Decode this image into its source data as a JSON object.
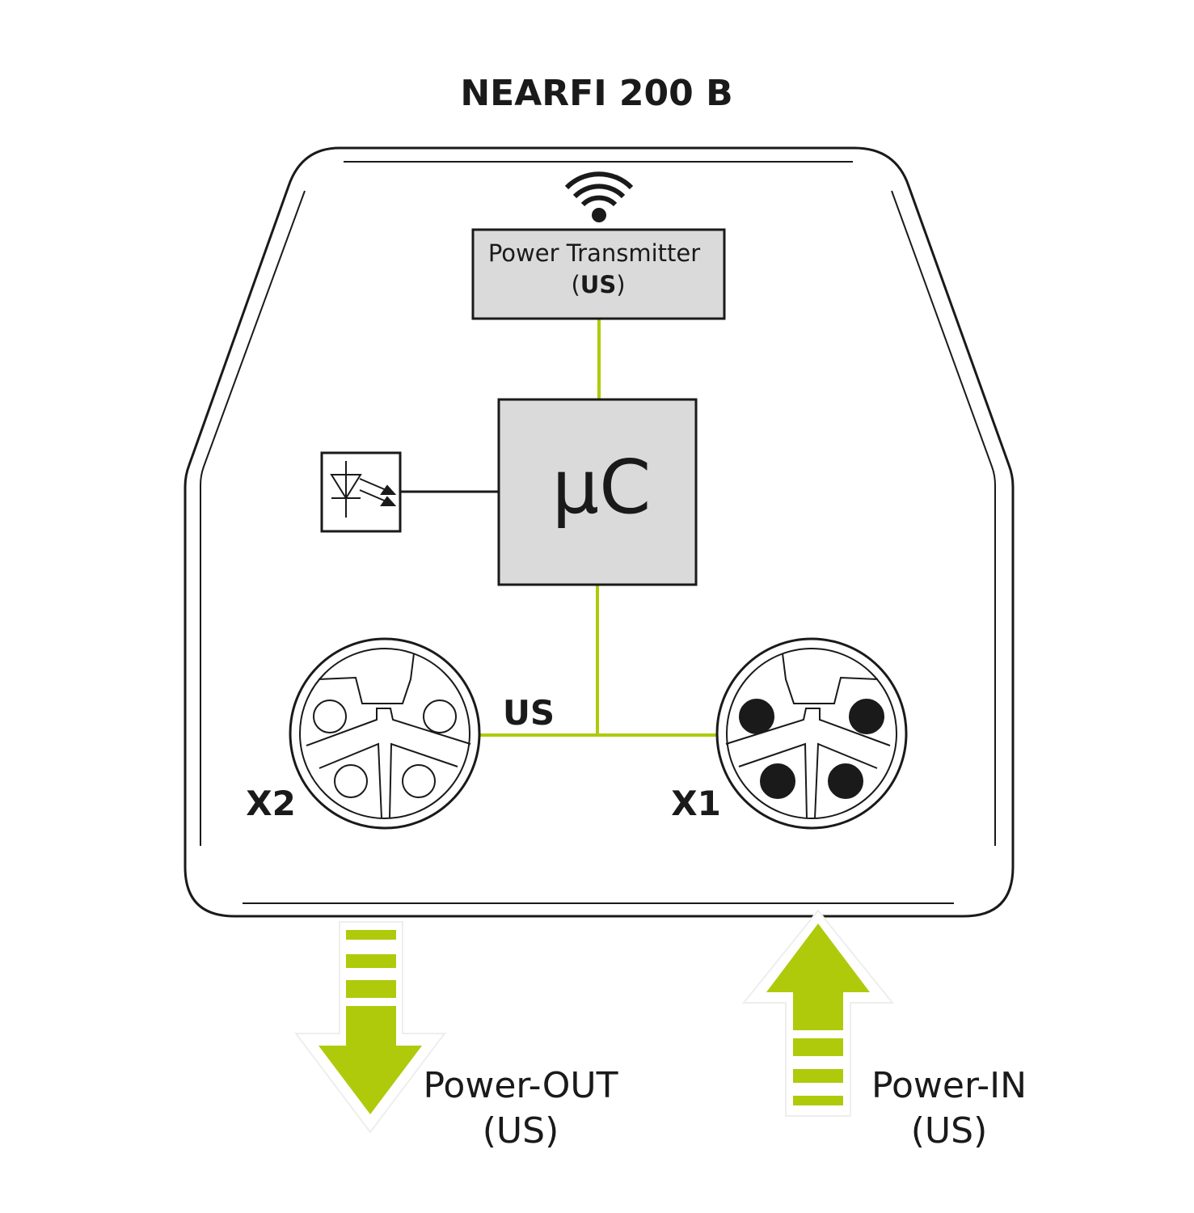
{
  "title": "NEARFI 200 B",
  "power_transmitter": {
    "line1": "Power Transmitter",
    "line2_open": "(",
    "line2_bold": "US",
    "line2_close": ")"
  },
  "microcontroller": {
    "label": "µC"
  },
  "bus_label": "US",
  "connectors": {
    "x2": "X2",
    "x1": "X1"
  },
  "power_out": {
    "line1": "Power-OUT",
    "line2": "(US)"
  },
  "power_in": {
    "line1": "Power-IN",
    "line2": "(US)"
  },
  "colors": {
    "accent": "#afca0b",
    "box_fill": "#dadada",
    "stroke": "#1a1a1a",
    "background": "#ffffff"
  },
  "icons": [
    "wireless-icon",
    "optical-sensor-icon",
    "down-arrow-icon",
    "up-arrow-icon"
  ]
}
